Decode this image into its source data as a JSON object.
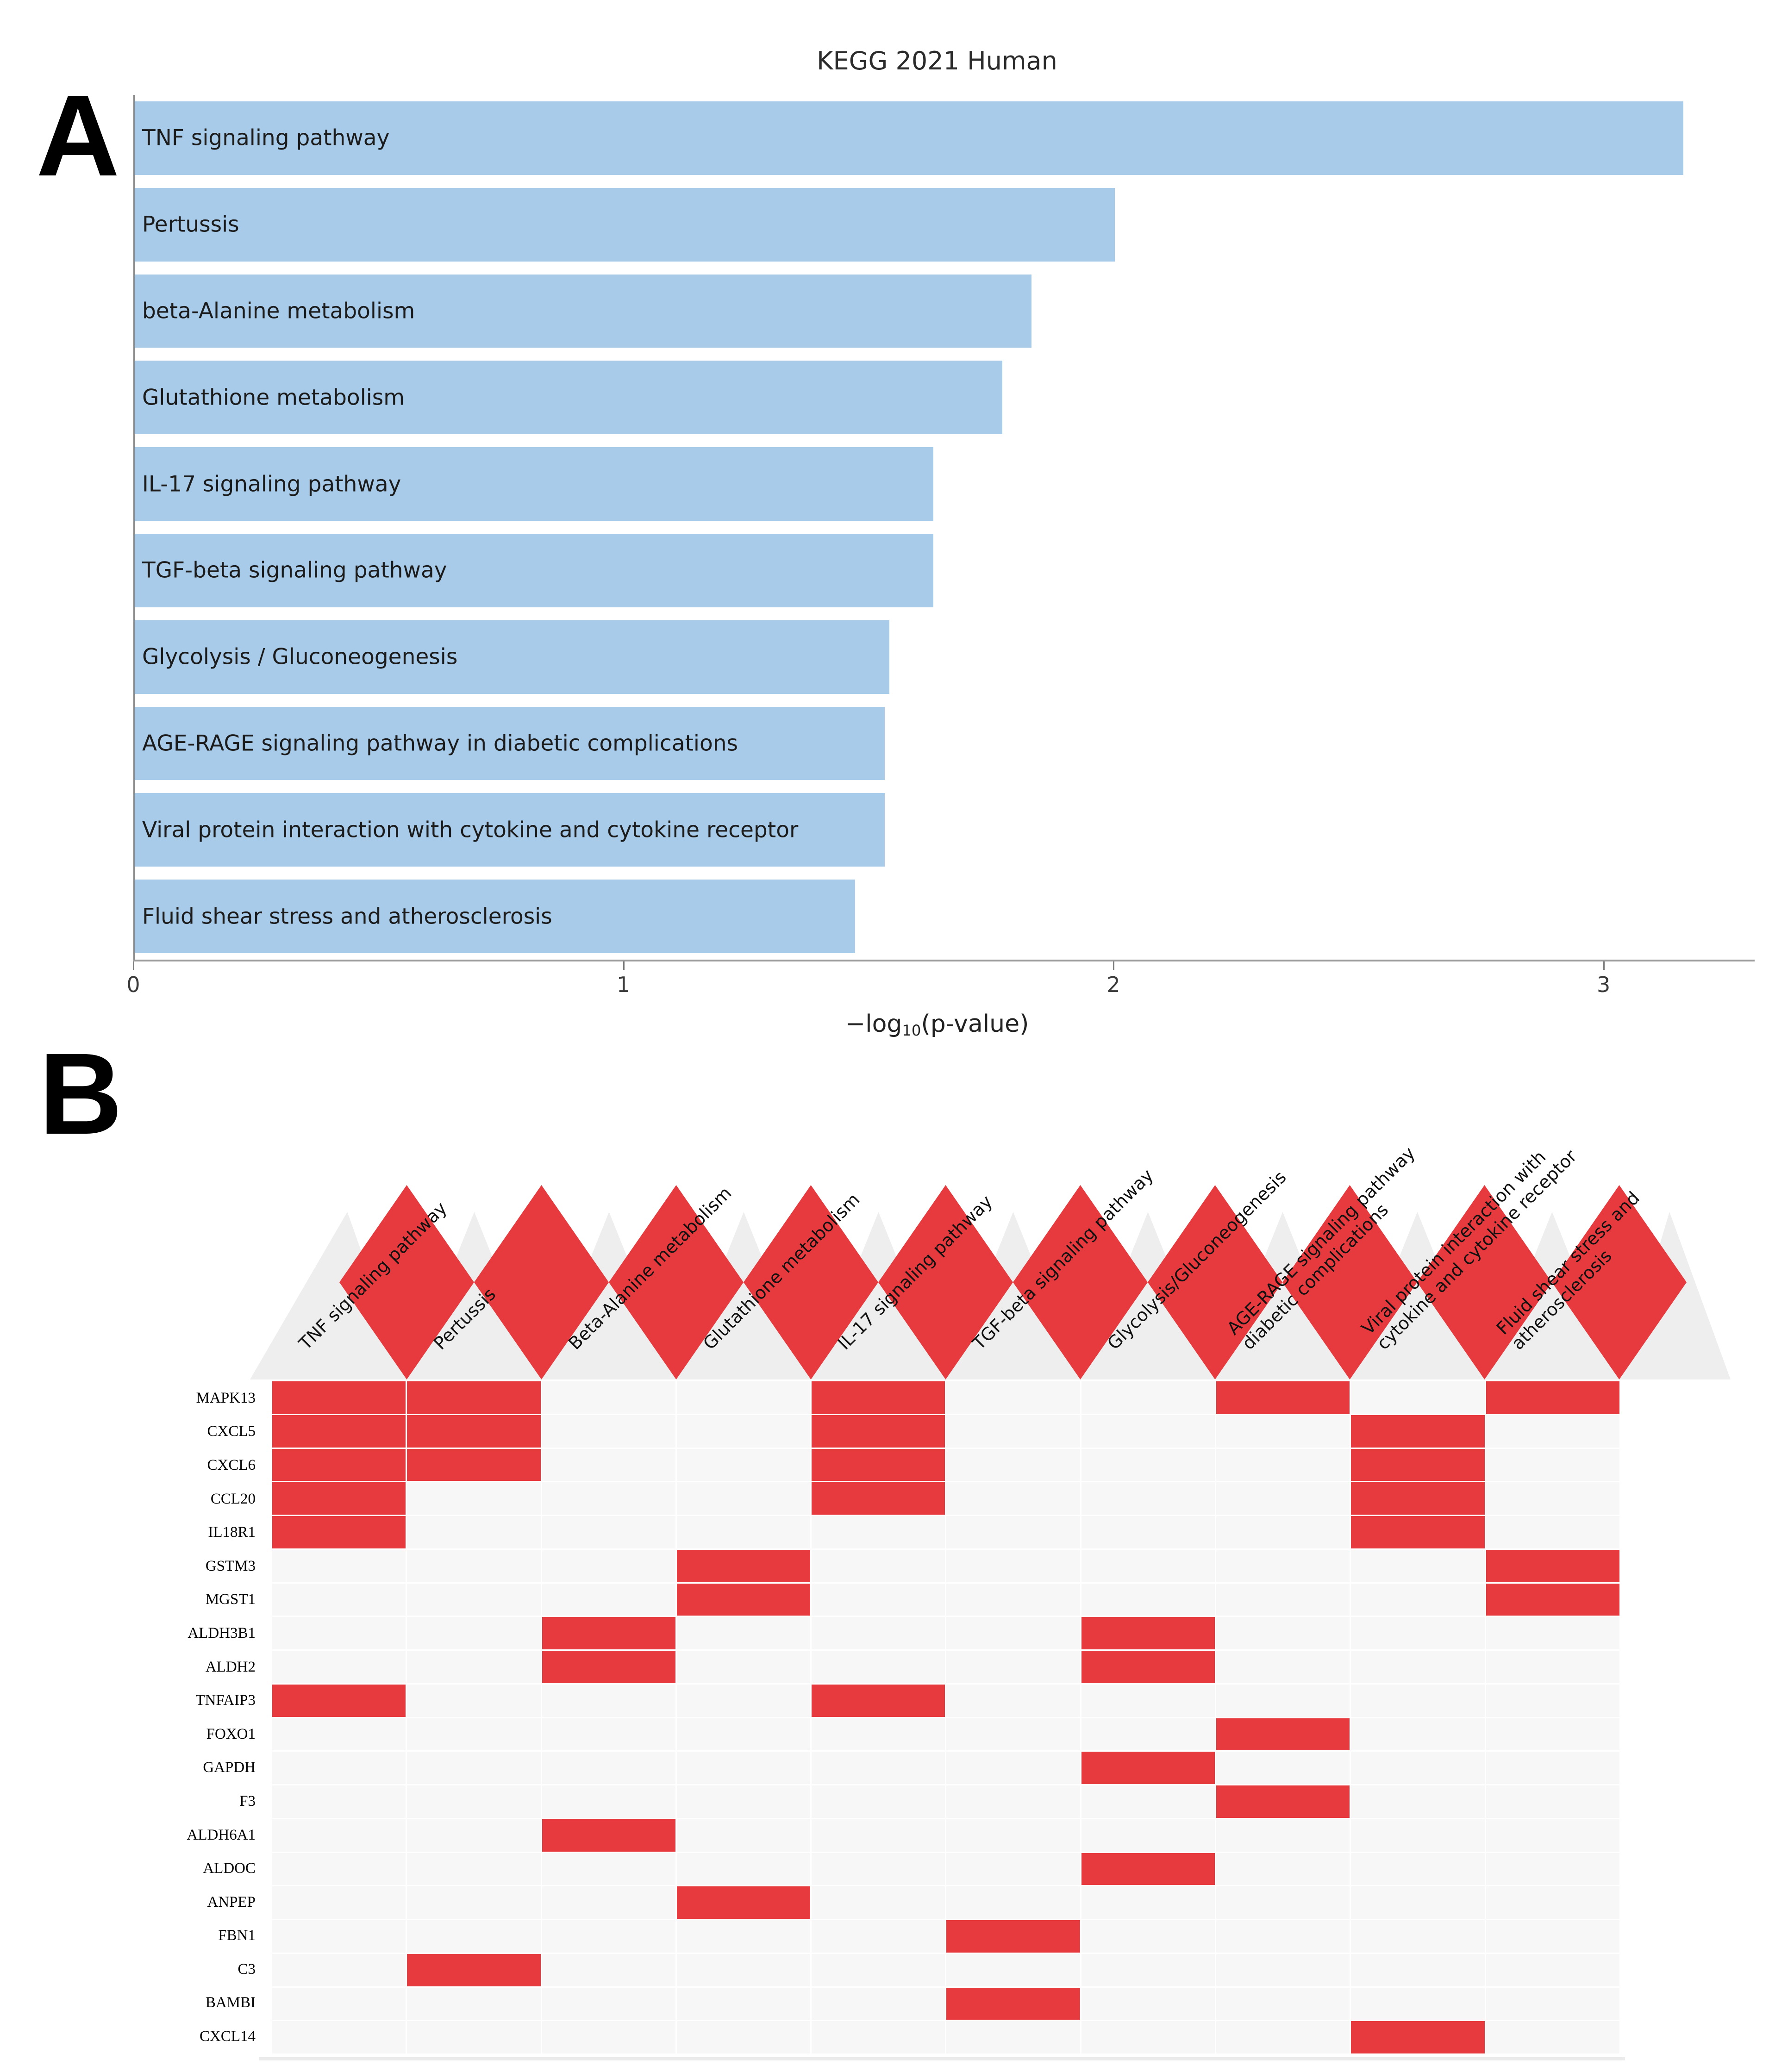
{
  "figure": {
    "panel_a_letter": "A",
    "panel_b_letter": "B"
  },
  "panelA": {
    "title": "KEGG 2021 Human",
    "xlabel_prefix": "−log",
    "xlabel_sub": "10",
    "xlabel_suffix": "(p-value)",
    "x_ticks": [
      "0",
      "1",
      "2",
      "3"
    ],
    "x_max": 3.28,
    "bar_color": "#a7cbe9",
    "bars": [
      {
        "label": "TNF signaling pathway",
        "value": 3.16
      },
      {
        "label": "Pertussis",
        "value": 2.0
      },
      {
        "label": "beta-Alanine metabolism",
        "value": 1.83
      },
      {
        "label": "Glutathione metabolism",
        "value": 1.77
      },
      {
        "label": "IL-17 signaling pathway",
        "value": 1.63
      },
      {
        "label": "TGF-beta signaling pathway",
        "value": 1.63
      },
      {
        "label": "Glycolysis / Gluconeogenesis",
        "value": 1.54
      },
      {
        "label": "AGE-RAGE signaling pathway in diabetic complications",
        "value": 1.53
      },
      {
        "label": "Viral protein interaction with cytokine and cytokine receptor",
        "value": 1.53
      },
      {
        "label": "Fluid shear stress and atherosclerosis",
        "value": 1.47
      }
    ]
  },
  "panelB": {
    "cell_color": "#e63a3e",
    "empty_color": "#f8f7f7",
    "triangle_color": "#efeeee",
    "columns": [
      {
        "label_lines": [
          "TNF signaling pathway"
        ]
      },
      {
        "label_lines": [
          "Pertussis"
        ]
      },
      {
        "label_lines": [
          "Beta-Alanine metabolism"
        ]
      },
      {
        "label_lines": [
          "Glutathione metabolism"
        ]
      },
      {
        "label_lines": [
          "IL-17 signaling pathway"
        ]
      },
      {
        "label_lines": [
          "TGF-beta signaling pathway"
        ]
      },
      {
        "label_lines": [
          "Glycolysis/Gluconeogenesis"
        ]
      },
      {
        "label_lines": [
          "AGE-RAGE signaling pathway",
          "diabetic complications"
        ]
      },
      {
        "label_lines": [
          "Viral protein interaction with",
          "cytokine and cytokine receptor"
        ]
      },
      {
        "label_lines": [
          "Fluid shear stress and",
          "atherosclerosis"
        ]
      }
    ],
    "genes": [
      "MAPK13",
      "CXCL5",
      "CXCL6",
      "CCL20",
      "IL18R1",
      "GSTM3",
      "MGST1",
      "ALDH3B1",
      "ALDH2",
      "TNFAIP3",
      "FOXO1",
      "GAPDH",
      "F3",
      "ALDH6A1",
      "ALDOC",
      "ANPEP",
      "FBN1",
      "C3",
      "BAMBI",
      "CXCL14"
    ],
    "matrix": [
      [
        1,
        2,
        5,
        8,
        10
      ],
      [
        1,
        2,
        5,
        9
      ],
      [
        1,
        2,
        5,
        9
      ],
      [
        1,
        5,
        9
      ],
      [
        1,
        9
      ],
      [
        4,
        10
      ],
      [
        4,
        10
      ],
      [
        3,
        7
      ],
      [
        3,
        7
      ],
      [
        1,
        5
      ],
      [
        8
      ],
      [
        7
      ],
      [
        8
      ],
      [
        3
      ],
      [
        7
      ],
      [
        4
      ],
      [
        6
      ],
      [
        2
      ],
      [
        6
      ],
      [
        9
      ]
    ]
  },
  "chart_data": [
    {
      "type": "bar",
      "title": "KEGG 2021 Human",
      "orientation": "horizontal",
      "categories": [
        "TNF signaling pathway",
        "Pertussis",
        "beta-Alanine metabolism",
        "Glutathione metabolism",
        "IL-17 signaling pathway",
        "TGF-beta signaling pathway",
        "Glycolysis / Gluconeogenesis",
        "AGE-RAGE signaling pathway in diabetic complications",
        "Viral protein interaction with cytokine and cytokine receptor",
        "Fluid shear stress and atherosclerosis"
      ],
      "values": [
        3.16,
        2.0,
        1.83,
        1.77,
        1.63,
        1.63,
        1.54,
        1.53,
        1.53,
        1.47
      ],
      "xlabel": "−log10(p-value)",
      "ylabel": "",
      "xlim": [
        0,
        3.28
      ],
      "x_ticks": [
        0,
        1,
        2,
        3
      ],
      "grid": false,
      "bar_color": "#a7cbe9"
    },
    {
      "type": "heatmap",
      "title": "",
      "rows": [
        "MAPK13",
        "CXCL5",
        "CXCL6",
        "CCL20",
        "IL18R1",
        "GSTM3",
        "MGST1",
        "ALDH3B1",
        "ALDH2",
        "TNFAIP3",
        "FOXO1",
        "GAPDH",
        "F3",
        "ALDH6A1",
        "ALDOC",
        "ANPEP",
        "FBN1",
        "C3",
        "BAMBI",
        "CXCL14"
      ],
      "columns": [
        "TNF signaling pathway",
        "Pertussis",
        "Beta-Alanine metabolism",
        "Glutathione metabolism",
        "IL-17 signaling pathway",
        "TGF-beta signaling pathway",
        "Glycolysis/Gluconeogenesis",
        "AGE-RAGE signaling pathway diabetic complications",
        "Viral protein interaction with cytokine and cytokine receptor",
        "Fluid shear stress and atherosclerosis"
      ],
      "values": [
        [
          1,
          1,
          0,
          0,
          1,
          0,
          0,
          1,
          0,
          1
        ],
        [
          1,
          1,
          0,
          0,
          1,
          0,
          0,
          0,
          1,
          0
        ],
        [
          1,
          1,
          0,
          0,
          1,
          0,
          0,
          0,
          1,
          0
        ],
        [
          1,
          0,
          0,
          0,
          1,
          0,
          0,
          0,
          1,
          0
        ],
        [
          1,
          0,
          0,
          0,
          0,
          0,
          0,
          0,
          1,
          0
        ],
        [
          0,
          0,
          0,
          1,
          0,
          0,
          0,
          0,
          0,
          1
        ],
        [
          0,
          0,
          0,
          1,
          0,
          0,
          0,
          0,
          0,
          1
        ],
        [
          0,
          0,
          1,
          0,
          0,
          0,
          1,
          0,
          0,
          0
        ],
        [
          0,
          0,
          1,
          0,
          0,
          0,
          1,
          0,
          0,
          0
        ],
        [
          1,
          0,
          0,
          0,
          1,
          0,
          0,
          0,
          0,
          0
        ],
        [
          0,
          0,
          0,
          0,
          0,
          0,
          0,
          1,
          0,
          0
        ],
        [
          0,
          0,
          0,
          0,
          0,
          0,
          1,
          0,
          0,
          0
        ],
        [
          0,
          0,
          0,
          0,
          0,
          0,
          0,
          1,
          0,
          0
        ],
        [
          0,
          0,
          1,
          0,
          0,
          0,
          0,
          0,
          0,
          0
        ],
        [
          0,
          0,
          0,
          0,
          0,
          0,
          1,
          0,
          0,
          0
        ],
        [
          0,
          0,
          0,
          1,
          0,
          0,
          0,
          0,
          0,
          0
        ],
        [
          0,
          0,
          0,
          0,
          0,
          1,
          0,
          0,
          0,
          0
        ],
        [
          0,
          1,
          0,
          0,
          0,
          0,
          0,
          0,
          0,
          0
        ],
        [
          0,
          0,
          0,
          0,
          0,
          1,
          0,
          0,
          0,
          0
        ],
        [
          0,
          0,
          0,
          0,
          0,
          0,
          0,
          0,
          1,
          0
        ]
      ],
      "legend_position": "none",
      "fill_color": "#e63a3e"
    }
  ]
}
